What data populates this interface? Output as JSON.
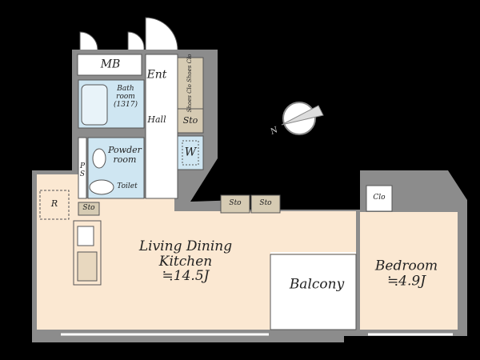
{
  "rooms": {
    "mb": "MB",
    "ent": "Ent",
    "hall": "Hall",
    "bath_1": "Bath",
    "bath_2": "room",
    "bath_3": "(1317)",
    "powder_1": "Powder",
    "powder_2": "room",
    "toilet": "Toilet",
    "ps_1": "P",
    "ps_2": "S",
    "shoes_clo_1": "Shoes Clo",
    "shoes_clo_2": "Shoes Clo",
    "sto_hall": "Sto",
    "w": "W",
    "r": "R",
    "sto_kitchen": "Sto",
    "sto_a": "Sto",
    "sto_b": "Sto",
    "clo": "Clo",
    "ldk_1": "Living Dining",
    "ldk_2": "Kitchen",
    "ldk_area": "≒14.5J",
    "balcony": "Balcony",
    "bedroom": "Bedroom",
    "bedroom_area": "≒4.9J"
  },
  "colors": {
    "wall": "#8c8c8c",
    "living": "#fbe8d2",
    "wet": "#cfe6f2",
    "storage": "#d6cbb3",
    "bg": "#000000"
  }
}
